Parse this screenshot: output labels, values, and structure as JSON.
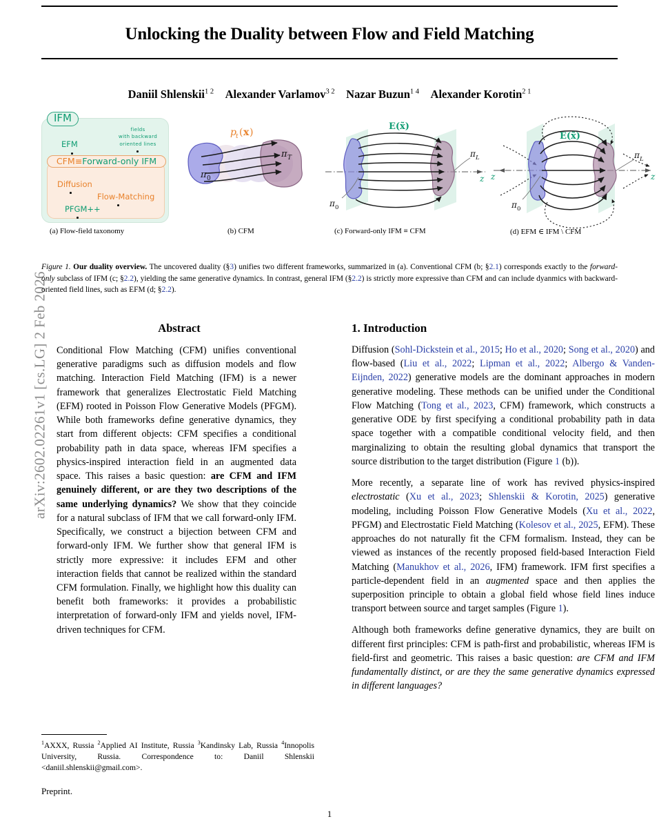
{
  "arxiv_stamp": "arXiv:2602.02261v1  [cs.LG]  2 Feb 2026",
  "title": "Unlocking the Duality between Flow and Field Matching",
  "authors": [
    {
      "name": "Daniil Shlenskii",
      "marks": "1 2"
    },
    {
      "name": "Alexander Varlamov",
      "marks": "3 2"
    },
    {
      "name": "Nazar Buzun",
      "marks": "1 4"
    },
    {
      "name": "Alexander Korotin",
      "marks": "2 1"
    }
  ],
  "figure": {
    "taxonomy": {
      "outer_label": "IFM",
      "note": "fields\nwith backward\noriented lines",
      "note_lines": [
        "fields",
        "with backward",
        "oriented lines"
      ],
      "efm_label": "EFM",
      "inner_label_left": "CFM",
      "inner_label_mid": "≡",
      "inner_label_right": "Forward-only IFM",
      "inner_items": [
        "Diffusion",
        "Flow-Matching",
        "PFGM++"
      ],
      "colors": {
        "green": "#0f9c72",
        "orange": "#e8812a",
        "outer_bg": "#e3f4ec",
        "inner_bg": "#fcece0"
      }
    },
    "panel_b": {
      "source_label": "π₀",
      "target_label": "π_T",
      "path_label": "pₜ(x)"
    },
    "panel_c": {
      "field_label": "E(x̃)",
      "source_label": "π₀",
      "target_label": "π_L",
      "axis_label": "z"
    },
    "panel_d": {
      "field_label": "E(x̃)",
      "source_label": "π₀",
      "target_label": "π_L",
      "axis_label_left": "z",
      "axis_label_right": "z"
    },
    "subcaptions": [
      "(a) Flow-field taxonomy",
      "(b) CFM",
      "(c) Forward-only IFM ≡ CFM",
      "(d) EFM ∈ IFM \\ CFM"
    ],
    "caption": {
      "prefix_italic": "Figure 1.",
      "bold_lead": "Our duality overview.",
      "t1": " The uncovered duality (§",
      "r1": "3",
      "t2": ") unifies two different frameworks, summarized in (a). Conventional CFM (b; §",
      "r2": "2.1",
      "t3": ") corresponds exactly to the ",
      "i1": "forward-only",
      "t4": " subclass of IFM (c; §",
      "r3": "2.2",
      "t5": "), yielding the same generative dynamics. In contrast, general IFM (§",
      "r4": "2.2",
      "t6": ") is strictly more expressive than CFM and can include dyanmics with backward-oriented field lines, such as EFM (d; §",
      "r5": "2.2",
      "t7": ")."
    }
  },
  "abstract": {
    "heading": "Abstract",
    "p1": "Conditional Flow Matching (CFM) unifies conventional generative paradigms such as diffusion models and flow matching. Interaction Field Matching (IFM) is a newer framework that generalizes Electrostatic Field Matching (EFM) rooted in Poisson Flow Generative Models (PFGM). While both frameworks define generative dynamics, they start from different objects: CFM specifies a conditional probability path in data space, whereas IFM specifies a physics-inspired interaction field in an augmented data space. This raises a basic question: ",
    "bold_question": "are CFM and IFM genuinely different, or are they two descriptions of the same underlying dynamics?",
    "p2": " We show that they coincide for a natural subclass of IFM that we call forward-only IFM. Specifically, we construct a bijection between CFM and forward-only IFM. We further show that general IFM is strictly more expressive: it includes EFM and other interaction fields that cannot be realized within the standard CFM formulation. Finally, we highlight how this duality can benefit both frameworks: it provides a probabilistic interpretation of forward-only IFM and yields novel, IFM-driven techniques for CFM."
  },
  "introduction": {
    "heading": "1. Introduction",
    "paragraphs": [
      {
        "parts": [
          {
            "type": "text",
            "value": "Diffusion ("
          },
          {
            "type": "cite",
            "value": "Sohl-Dickstein et al., 2015"
          },
          {
            "type": "text",
            "value": "; "
          },
          {
            "type": "cite",
            "value": "Ho et al., 2020"
          },
          {
            "type": "text",
            "value": "; "
          },
          {
            "type": "cite",
            "value": "Song et al., 2020"
          },
          {
            "type": "text",
            "value": ") and flow-based ("
          },
          {
            "type": "cite",
            "value": "Liu et al., 2022"
          },
          {
            "type": "text",
            "value": "; "
          },
          {
            "type": "cite",
            "value": "Lipman et al., 2022"
          },
          {
            "type": "text",
            "value": "; "
          },
          {
            "type": "cite",
            "value": "Albergo & Vanden-Eijnden, 2022"
          },
          {
            "type": "text",
            "value": ") generative models are the dominant approaches in modern generative modeling. These methods can be unified under the Conditional Flow Matching ("
          },
          {
            "type": "cite",
            "value": "Tong et al., 2023"
          },
          {
            "type": "text",
            "value": ", CFM) framework, which constructs a generative ODE by first specifying a conditional probability path in data space together with a compatible conditional velocity field, and then marginalizing to obtain the resulting global dynamics that transport the source distribution to the target distribution (Figure "
          },
          {
            "type": "cite",
            "value": "1"
          },
          {
            "type": "text",
            "value": " (b))."
          }
        ]
      },
      {
        "parts": [
          {
            "type": "text",
            "value": "More recently, a separate line of work has revived physics-inspired "
          },
          {
            "type": "italic",
            "value": "electrostatic"
          },
          {
            "type": "text",
            "value": " ("
          },
          {
            "type": "cite",
            "value": "Xu et al., 2023"
          },
          {
            "type": "text",
            "value": "; "
          },
          {
            "type": "cite",
            "value": "Shlenskii & Korotin, 2025"
          },
          {
            "type": "text",
            "value": ") generative modeling, including Poisson Flow Generative Models ("
          },
          {
            "type": "cite",
            "value": "Xu et al., 2022"
          },
          {
            "type": "text",
            "value": ", PFGM) and Electrostatic Field Matching ("
          },
          {
            "type": "cite",
            "value": "Kolesov et al., 2025"
          },
          {
            "type": "text",
            "value": ", EFM). These approaches do not naturally fit the CFM formalism. Instead, they can be viewed as instances of the recently proposed field-based Interaction Field Matching ("
          },
          {
            "type": "cite",
            "value": "Manukhov et al., 2026"
          },
          {
            "type": "text",
            "value": ", IFM) framework. IFM first specifies a particle-dependent field in an "
          },
          {
            "type": "italic",
            "value": "augmented"
          },
          {
            "type": "text",
            "value": " space and then applies the superposition principle to obtain a global field whose field lines induce transport between source and target samples (Figure "
          },
          {
            "type": "cite",
            "value": "1"
          },
          {
            "type": "text",
            "value": ")."
          }
        ]
      },
      {
        "parts": [
          {
            "type": "text",
            "value": "Although both frameworks define generative dynamics, they are built on different first principles: CFM is path-first and probabilistic, whereas IFM is field-first and geometric. This raises a basic question: "
          },
          {
            "type": "italic",
            "value": "are CFM and IFM fundamentally distinct, or are they the same generative dynamics expressed in different languages?"
          }
        ]
      }
    ]
  },
  "footnote": {
    "parts": [
      {
        "type": "sup",
        "value": "1"
      },
      {
        "type": "text",
        "value": "AXXX, Russia "
      },
      {
        "type": "sup",
        "value": "2"
      },
      {
        "type": "text",
        "value": "Applied AI Institute, Russia "
      },
      {
        "type": "sup",
        "value": "3"
      },
      {
        "type": "text",
        "value": "Kandinsky Lab, Russia "
      },
      {
        "type": "sup",
        "value": "4"
      },
      {
        "type": "text",
        "value": "Innopolis University, Russia. Correspondence to: Daniil Shlenskii <daniil.shlenskii@gmail.com>."
      }
    ],
    "preprint": "Preprint."
  },
  "page_number": "1",
  "colors": {
    "citation_blue": "#2b40a8",
    "source_blob": "#8b8be0",
    "target_blob": "#b08aa8",
    "plane": "#d9f0e6",
    "accent_green": "#0f9c72",
    "accent_orange": "#e8812a"
  }
}
